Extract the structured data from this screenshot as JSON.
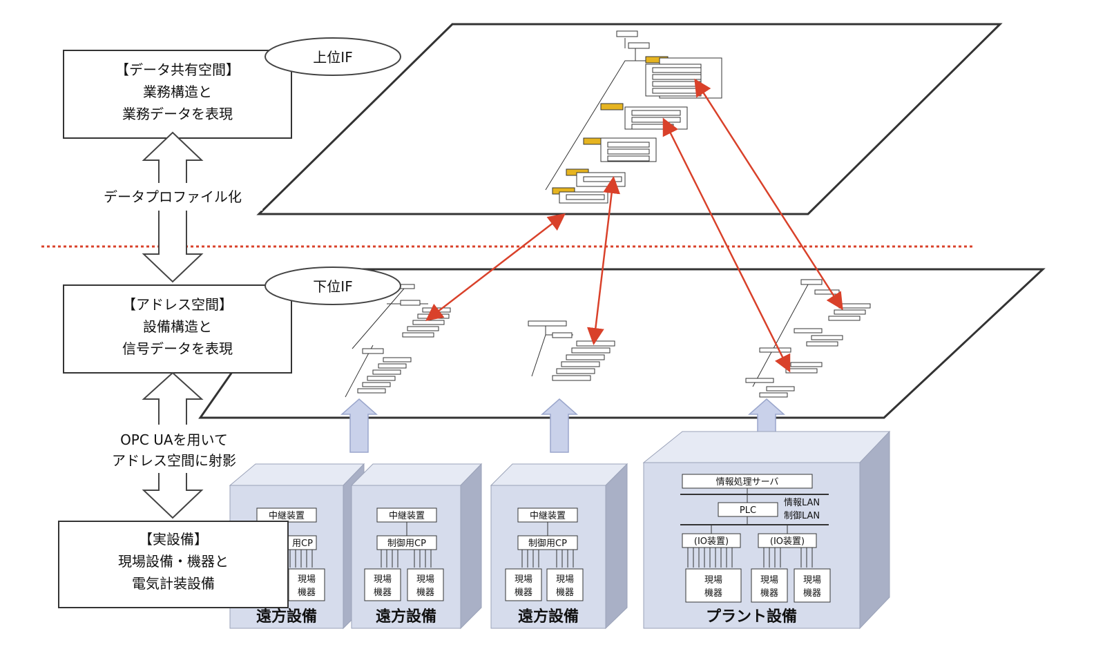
{
  "upper_if": "上位IF",
  "lower_if": "下位IF",
  "data_space": {
    "lines": [
      "【データ共有空間】",
      "業務構造と",
      "業務データを表現"
    ]
  },
  "address_space": {
    "lines": [
      "【アドレス空間】",
      "設備構造と",
      "信号データを表現"
    ]
  },
  "real_equipment": {
    "lines": [
      "【実設備】",
      "現場設備・機器と",
      "電気計装設備"
    ]
  },
  "arrow_label_1": "データプロファイル化",
  "arrow_label_2": [
    "OPC UAを用いて",
    "アドレス空間に射影"
  ],
  "remote_units": [
    {
      "title": "遠方設備",
      "relay": "中継装置",
      "cp": "用CP",
      "device": [
        "現場",
        "機器"
      ]
    },
    {
      "title": "遠方設備",
      "relay": "中継装置",
      "cp": "制御用CP",
      "device": [
        "現場",
        "機器"
      ]
    },
    {
      "title": "遠方設備",
      "relay": "中継装置",
      "cp": "制御用CP",
      "device": [
        "現場",
        "機器"
      ]
    }
  ],
  "plant": {
    "title": "プラント設備",
    "server": "情報処理サーバ",
    "info_lan": "情報LAN",
    "plc": "PLC",
    "ctrl_lan": "制御LAN",
    "io": "(IO装置)",
    "device": [
      "現場",
      "機器"
    ]
  },
  "colors": {
    "link_red": "#d9412a",
    "divider_red": "#d9412a",
    "cube": "#d6dcec",
    "highlight_node": "#e6b420"
  }
}
